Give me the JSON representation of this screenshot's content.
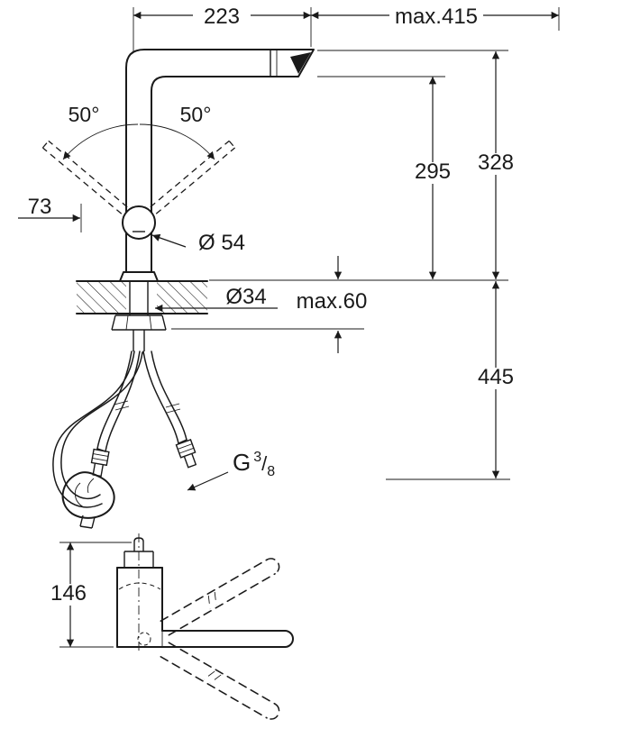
{
  "meta": {
    "background": "#ffffff",
    "ink": "#1a1a1a"
  },
  "dimensions": {
    "top_width": "223",
    "max_pullout_reach": "max.415",
    "swivel_angle_left": "50°",
    "swivel_angle_right": "50°",
    "handle_clearance": "73",
    "spout_clearance_height": "295",
    "overall_height": "328",
    "ball_diameter": "Ø 54",
    "hole_diameter": "Ø34",
    "max_deck_thickness": "max.60",
    "hose_drop_length": "445",
    "side_view_height": "146"
  },
  "thread": {
    "prefix": "G",
    "numerator": "3",
    "slash": "/",
    "denominator": "8"
  }
}
